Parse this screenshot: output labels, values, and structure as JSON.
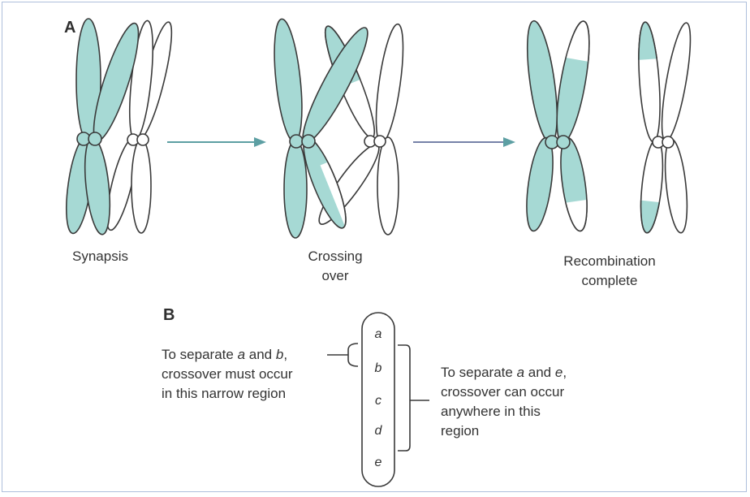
{
  "panel_a": {
    "label": "A",
    "stages": [
      {
        "name": "synapsis",
        "lines": [
          "Synapsis"
        ]
      },
      {
        "name": "crossing-over",
        "lines": [
          "Crossing",
          "over"
        ]
      },
      {
        "name": "recombination-complete",
        "lines": [
          "Recombination",
          "complete"
        ]
      }
    ]
  },
  "panel_b": {
    "label": "B",
    "genes": [
      "a",
      "b",
      "c",
      "d",
      "e"
    ],
    "left_note": {
      "line1_pre": "To separate ",
      "line1_g1": "a",
      "line1_mid": " and ",
      "line1_g2": "b",
      "line1_post": ",",
      "line2": "crossover must occur",
      "line3": "in this narrow region"
    },
    "right_note": {
      "line1_pre": "To separate ",
      "line1_g1": "a",
      "line1_mid": " and ",
      "line1_g2": "e",
      "line1_post": ",",
      "line2": "crossover can occur",
      "line3": "anywhere in this",
      "line4": "region"
    }
  },
  "colors": {
    "teal": "#a6d9d4",
    "outline": "#3a3a3a",
    "arrow": "#5d9fa3",
    "arrow2": "#7682a8",
    "frame": "#aebfdc"
  }
}
